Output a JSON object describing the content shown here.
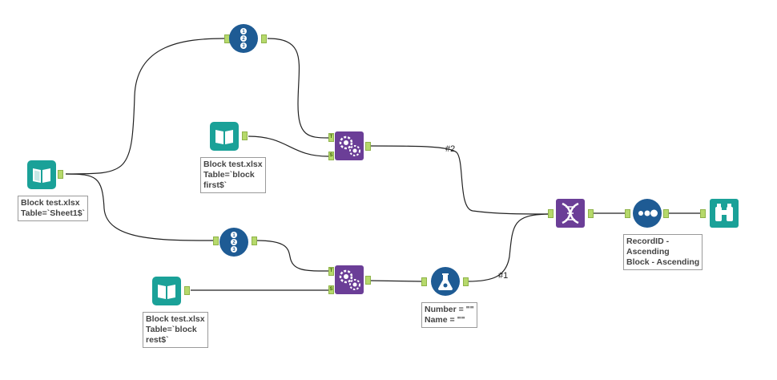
{
  "colors": {
    "input_teal": "#1aa198",
    "prep_blue": "#1e5b94",
    "dev_purple": "#6b3e97",
    "anchor_green": "#b6d96b",
    "wire": "#222222"
  },
  "tools": {
    "input_sheet1": {
      "icon": "book-icon",
      "annotation": [
        "Block test.xlsx",
        "Table=`Sheet1$`"
      ]
    },
    "input_block_first": {
      "icon": "book-icon",
      "annotation": [
        "Block test.xlsx",
        "Table=`block",
        "first$`"
      ]
    },
    "input_block_rest": {
      "icon": "book-icon",
      "annotation": [
        "Block test.xlsx",
        "Table=`block",
        "rest$`"
      ]
    },
    "record_id_top": {
      "icon": "numbered-list-icon"
    },
    "record_id_bottom": {
      "icon": "numbered-list-icon"
    },
    "dynamic_replace_top": {
      "icon": "gears-icon",
      "anchors": [
        "T",
        "S"
      ]
    },
    "dynamic_replace_bottom": {
      "icon": "gears-icon",
      "anchors": [
        "T",
        "S"
      ]
    },
    "formula": {
      "icon": "flask-icon",
      "annotation": [
        "Number = \"\"",
        "Name = \"\""
      ]
    },
    "union": {
      "icon": "dna-icon"
    },
    "sort": {
      "icon": "dots-icon",
      "annotation": [
        "RecordID -",
        "Ascending",
        "Block - Ascending"
      ]
    },
    "browse": {
      "icon": "binoculars-icon"
    }
  },
  "connection_labels": {
    "top": "#2",
    "bottom": "#1"
  }
}
